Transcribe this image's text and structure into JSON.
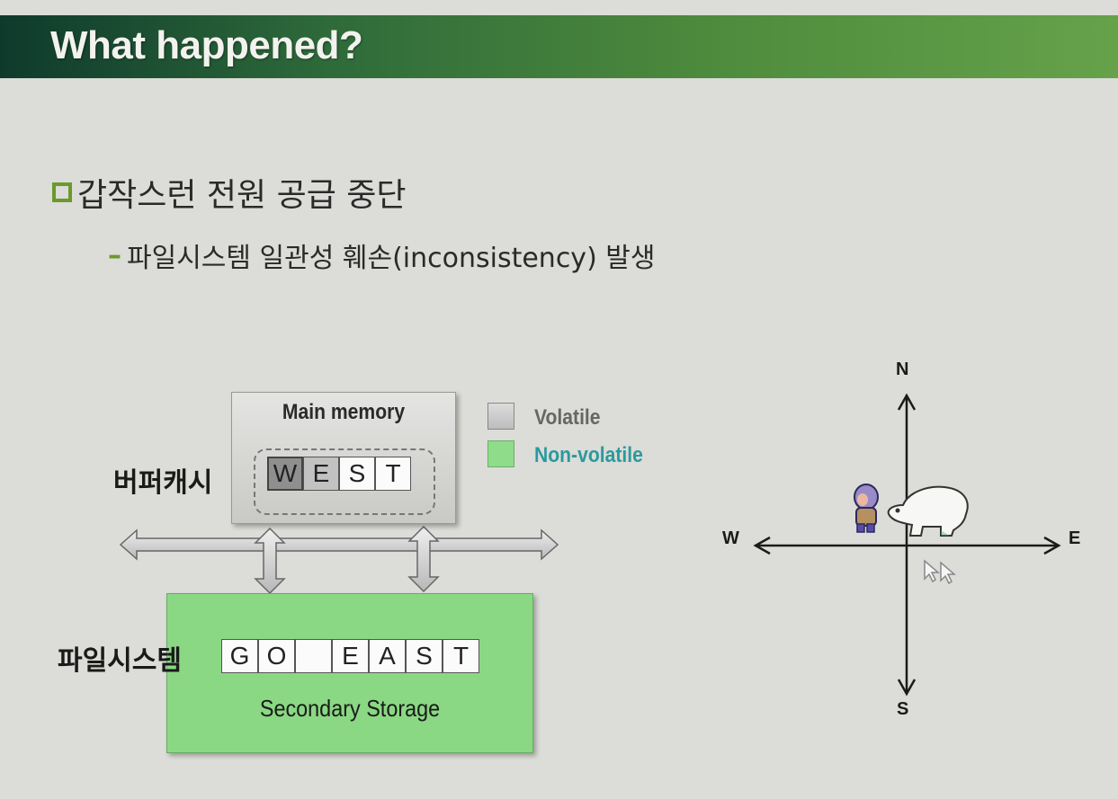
{
  "slide": {
    "title": "What happened?",
    "bullet": "갑작스런 전원 공급 중단",
    "sub_bullet": "파일시스템 일관성 훼손(inconsistency) 발생"
  },
  "diagram": {
    "main_memory_label": "Main memory",
    "buffer_cache_label": "버퍼캐시",
    "buffer_cells": [
      "W",
      "E",
      "S",
      "T"
    ],
    "filesystem_label": "파일시스템",
    "storage_cells": [
      "G",
      "O",
      "",
      "E",
      "A",
      "S",
      "T"
    ],
    "secondary_storage_label": "Secondary Storage",
    "legend": {
      "volatile": "Volatile",
      "non_volatile": "Non-volatile"
    }
  },
  "compass": {
    "north": "N",
    "south": "S",
    "east": "E",
    "west": "W"
  },
  "colors": {
    "accent_green": "#6a9a2a",
    "non_volatile_fill": "#8ad883",
    "non_volatile_text": "#2a9a9e"
  }
}
